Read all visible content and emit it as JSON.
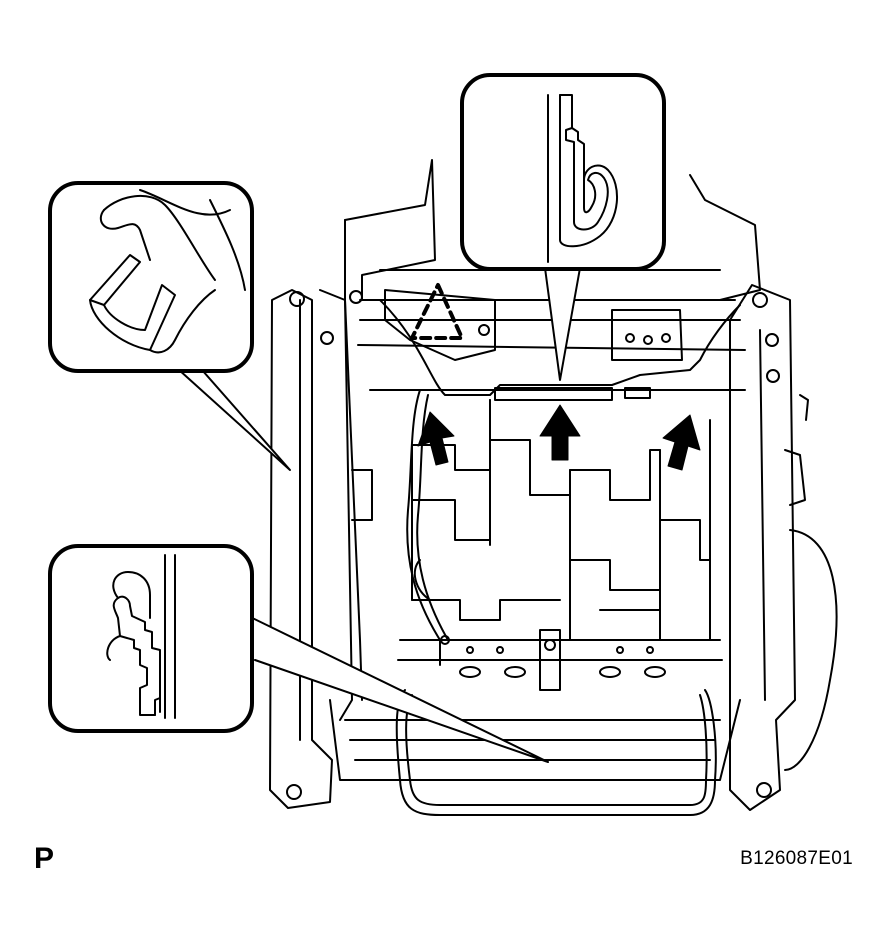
{
  "view_label": "P",
  "figure_code": "B126087E01",
  "colors": {
    "line": "#000000",
    "fill": "#ffffff"
  },
  "icons": {
    "removal_arrows": "bold-up-arrow",
    "clip_marker": "dashed-triangle"
  }
}
